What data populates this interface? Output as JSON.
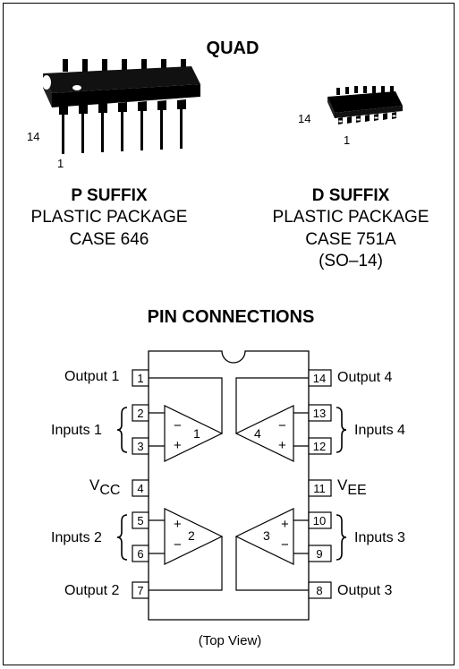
{
  "title": "QUAD",
  "dip_package": {
    "pin_high_label": "14",
    "pin_low_label": "1",
    "suffix": "P SUFFIX",
    "line1": "PLASTIC PACKAGE",
    "line2": "CASE 646"
  },
  "soic_package": {
    "pin_high_label": "14",
    "pin_low_label": "1",
    "suffix": "D SUFFIX",
    "line1": "PLASTIC PACKAGE",
    "line2": "CASE 751A",
    "line3": "(SO–14)"
  },
  "pin_section_title": "PIN CONNECTIONS",
  "pins_left": [
    {
      "num": "1"
    },
    {
      "num": "2"
    },
    {
      "num": "3"
    },
    {
      "num": "4"
    },
    {
      "num": "5"
    },
    {
      "num": "6"
    },
    {
      "num": "7"
    }
  ],
  "pins_right": [
    {
      "num": "14"
    },
    {
      "num": "13"
    },
    {
      "num": "12"
    },
    {
      "num": "11"
    },
    {
      "num": "10"
    },
    {
      "num": "9"
    },
    {
      "num": "8"
    }
  ],
  "labels": {
    "output1": "Output 1",
    "inputs1": "Inputs 1",
    "vcc_main": "V",
    "vcc_sub": "CC",
    "inputs2": "Inputs 2",
    "output2": "Output 2",
    "output4": "Output 4",
    "inputs4": "Inputs 4",
    "vee_main": "V",
    "vee_sub": "EE",
    "inputs3": "Inputs 3",
    "output3": "Output 3"
  },
  "amps": {
    "a1": {
      "num": "1",
      "top_sign": "−",
      "bottom_sign": "+"
    },
    "a2": {
      "num": "2",
      "top_sign": "+",
      "bottom_sign": "−"
    },
    "a3": {
      "num": "3",
      "top_sign": "+",
      "bottom_sign": "−"
    },
    "a4": {
      "num": "4",
      "top_sign": "−",
      "bottom_sign": "+"
    }
  },
  "view_label": "(Top View)"
}
